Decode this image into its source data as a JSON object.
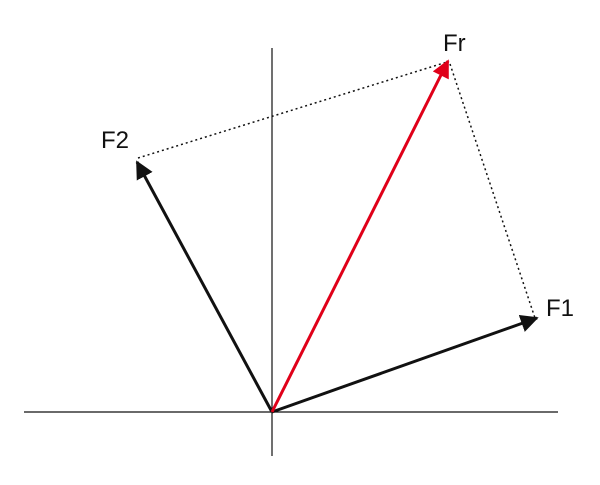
{
  "diagram": {
    "type": "vector-addition-parallelogram",
    "labels": {
      "f1": "F1",
      "f2": "F2",
      "fr": "Fr"
    },
    "colors": {
      "axes": "#111111",
      "component_vectors": "#111111",
      "resultant_vector": "#e00019",
      "guide_lines": "#111111",
      "background": "#ffffff"
    }
  }
}
